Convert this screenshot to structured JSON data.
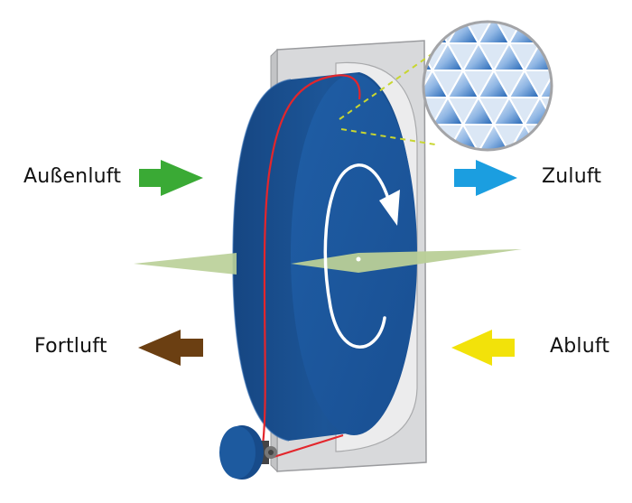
{
  "labels": {
    "outdoor_air": "Außenluft",
    "supply_air": "Zuluft",
    "exhaust_air": "Fortluft",
    "extract_air": "Abluft"
  },
  "colors": {
    "outdoor_air_arrow": "#3aaa35",
    "supply_air_arrow": "#1b9ee0",
    "exhaust_air_arrow": "#6b3f12",
    "extract_air_arrow": "#f2e20a",
    "wheel": "#1d569b",
    "wheel_rim": "#174a86",
    "frame": "#d5d6d8",
    "belt": "#e3262c",
    "divider_plane": "#b9cf97",
    "leader_line": "#c8d630"
  },
  "icons": {
    "rotation": "clockwise-rotation-arrow-icon",
    "drive_motor": "motor-icon",
    "detail": "honeycomb-matrix-detail"
  }
}
